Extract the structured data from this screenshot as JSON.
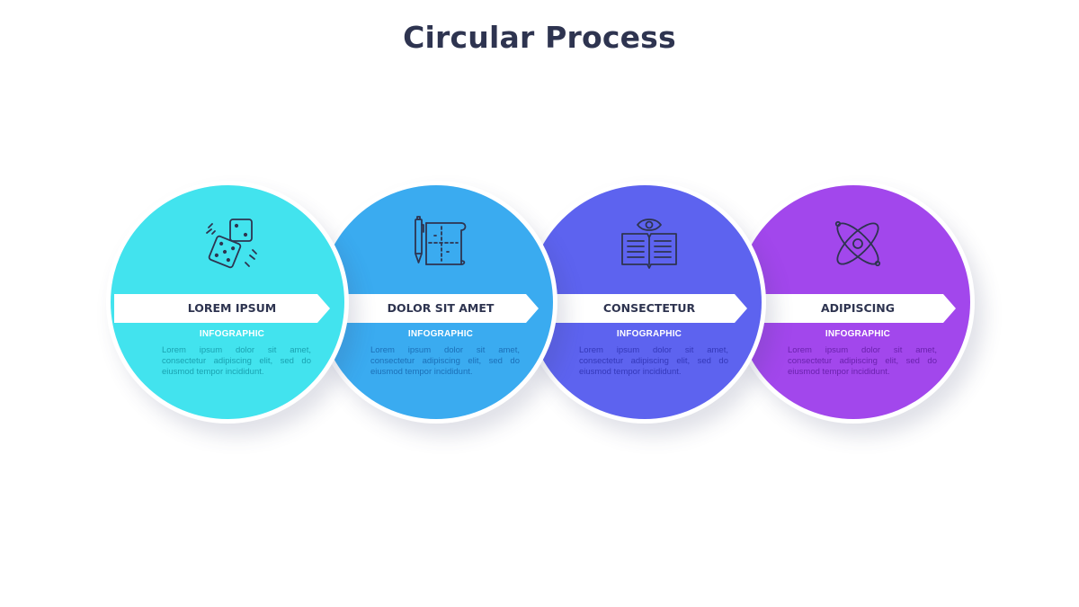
{
  "title": "Circular Process",
  "steps": [
    {
      "label": "LOREM IPSUM",
      "subtitle": "INFOGRAPHIC",
      "text": "Lorem ipsum dolor sit amet, consectetur adipiscing elit, sed do eiusmod tempor incididunt.",
      "icon": "dice-icon",
      "color": "#42e3ee",
      "text_color": "#1aa2b1"
    },
    {
      "label": "DOLOR SIT AMET",
      "subtitle": "INFOGRAPHIC",
      "text": "Lorem ipsum dolor sit amet, consectetur adipiscing elit, sed do eiusmod tempor incididunt.",
      "icon": "blueprint-pen-icon",
      "color": "#3aabf0",
      "text_color": "#1c70b8"
    },
    {
      "label": "CONSECTETUR",
      "subtitle": "INFOGRAPHIC",
      "text": "Lorem ipsum dolor sit amet, consectetur adipiscing elit, sed do eiusmod tempor incididunt.",
      "icon": "book-eye-icon",
      "color": "#5d63ef",
      "text_color": "#3438b9"
    },
    {
      "label": "ADIPISCING",
      "subtitle": "INFOGRAPHIC",
      "text": "Lorem ipsum dolor sit amet, consectetur adipiscing elit, sed do eiusmod tempor incididunt.",
      "icon": "atom-icon",
      "color": "#a247ec",
      "text_color": "#6a22ad"
    }
  ],
  "colors": {
    "title": "#2e3450",
    "icon_stroke": "#2e3450",
    "ribbon": "#ffffff"
  }
}
